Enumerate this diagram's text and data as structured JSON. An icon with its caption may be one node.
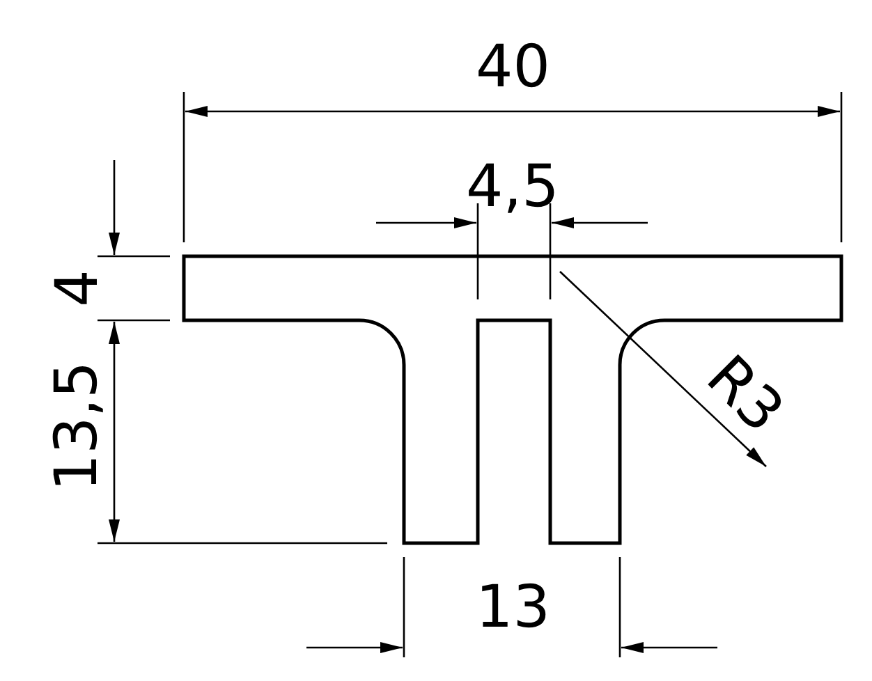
{
  "diagram": {
    "labels": [
      "40",
      "4,5",
      "4",
      "R3",
      "13,5",
      "13"
    ]
  }
}
